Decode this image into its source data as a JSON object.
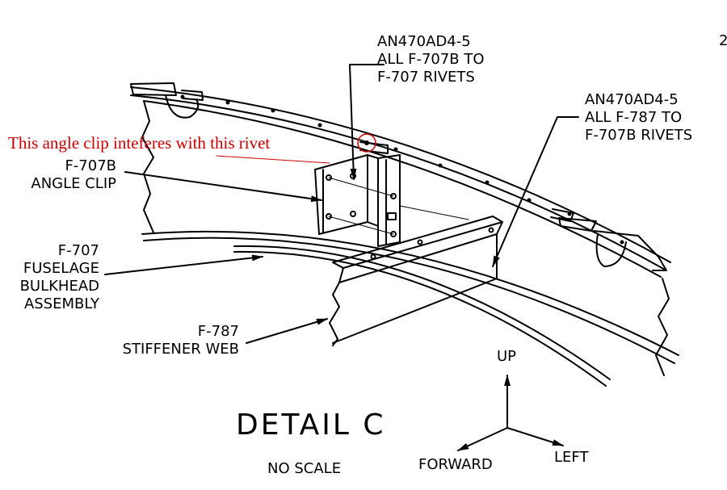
{
  "page_number": "2",
  "callouts": {
    "rivet_top": [
      "AN470AD4-5",
      "ALL F-707B TO",
      "F-707 RIVETS"
    ],
    "rivet_right": [
      "AN470AD4-5",
      "ALL F-787 TO",
      "F-707B RIVETS"
    ],
    "angle_clip": [
      "F-707B",
      "ANGLE CLIP"
    ],
    "bulkhead": [
      "F-707",
      "FUSELAGE",
      "BULKHEAD",
      "ASSEMBLY"
    ],
    "stiffener": [
      "F-787",
      "STIFFENER WEB"
    ]
  },
  "annotation": "This angle clip inteferes with this rivet",
  "title": "DETAIL C",
  "subtitle": "NO SCALE",
  "axes": {
    "up": "UP",
    "forward": "FORWARD",
    "left": "LEFT"
  },
  "colors": {
    "annotation": "#cc0000",
    "line": "#000000"
  }
}
